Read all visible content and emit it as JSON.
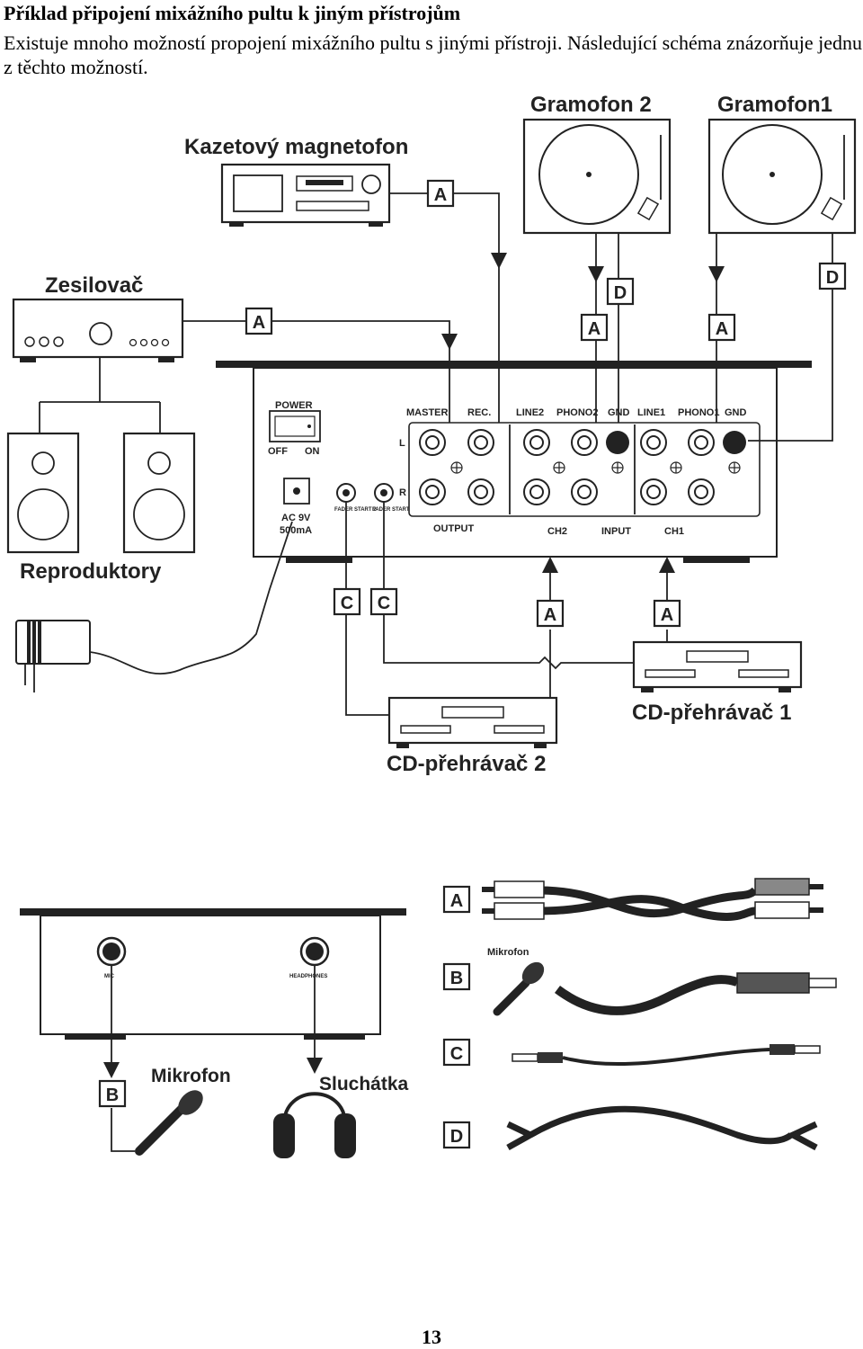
{
  "heading": "Příklad připojení mixážního pultu k jiným přístrojům",
  "intro": "Existuje mnoho možností propojení mixážního pultu s jinými přístroji. Následující schéma znázorňuje jednu z těchto možností.",
  "labels": {
    "gramofon2": "Gramofon 2",
    "gramofon1": "Gramofon1",
    "kazetovy": "Kazetový magnetofon",
    "zesilovac": "Zesilovač",
    "reproduktory": "Reproduktory",
    "cd1": "CD-přehrávač 1",
    "cd2": "CD-přehrávač 2",
    "mikrofon": "Mikrofon",
    "sluchatka": "Sluchátka",
    "mikrofon_small": "Mikrofon"
  },
  "mixer_panel": {
    "power": "POWER",
    "off": "OFF",
    "on": "ON",
    "ac": "AC 9V",
    "ma": "500mA",
    "fader2": "FADER START 2",
    "fader1": "FADER START 1",
    "master": "MASTER",
    "rec": "REC.",
    "line2": "LINE2",
    "phono2": "PHONO2",
    "gnd2": "GND",
    "line1": "LINE1",
    "phono1": "PHONO1",
    "gnd1": "GND",
    "l": "L",
    "r": "R",
    "output": "OUTPUT",
    "ch2": "CH2",
    "input": "INPUT",
    "ch1": "CH1",
    "mic": "MIC",
    "headphones": "HEADPHONES"
  },
  "cables": [
    "A",
    "B",
    "C",
    "D"
  ],
  "page_number": "13"
}
